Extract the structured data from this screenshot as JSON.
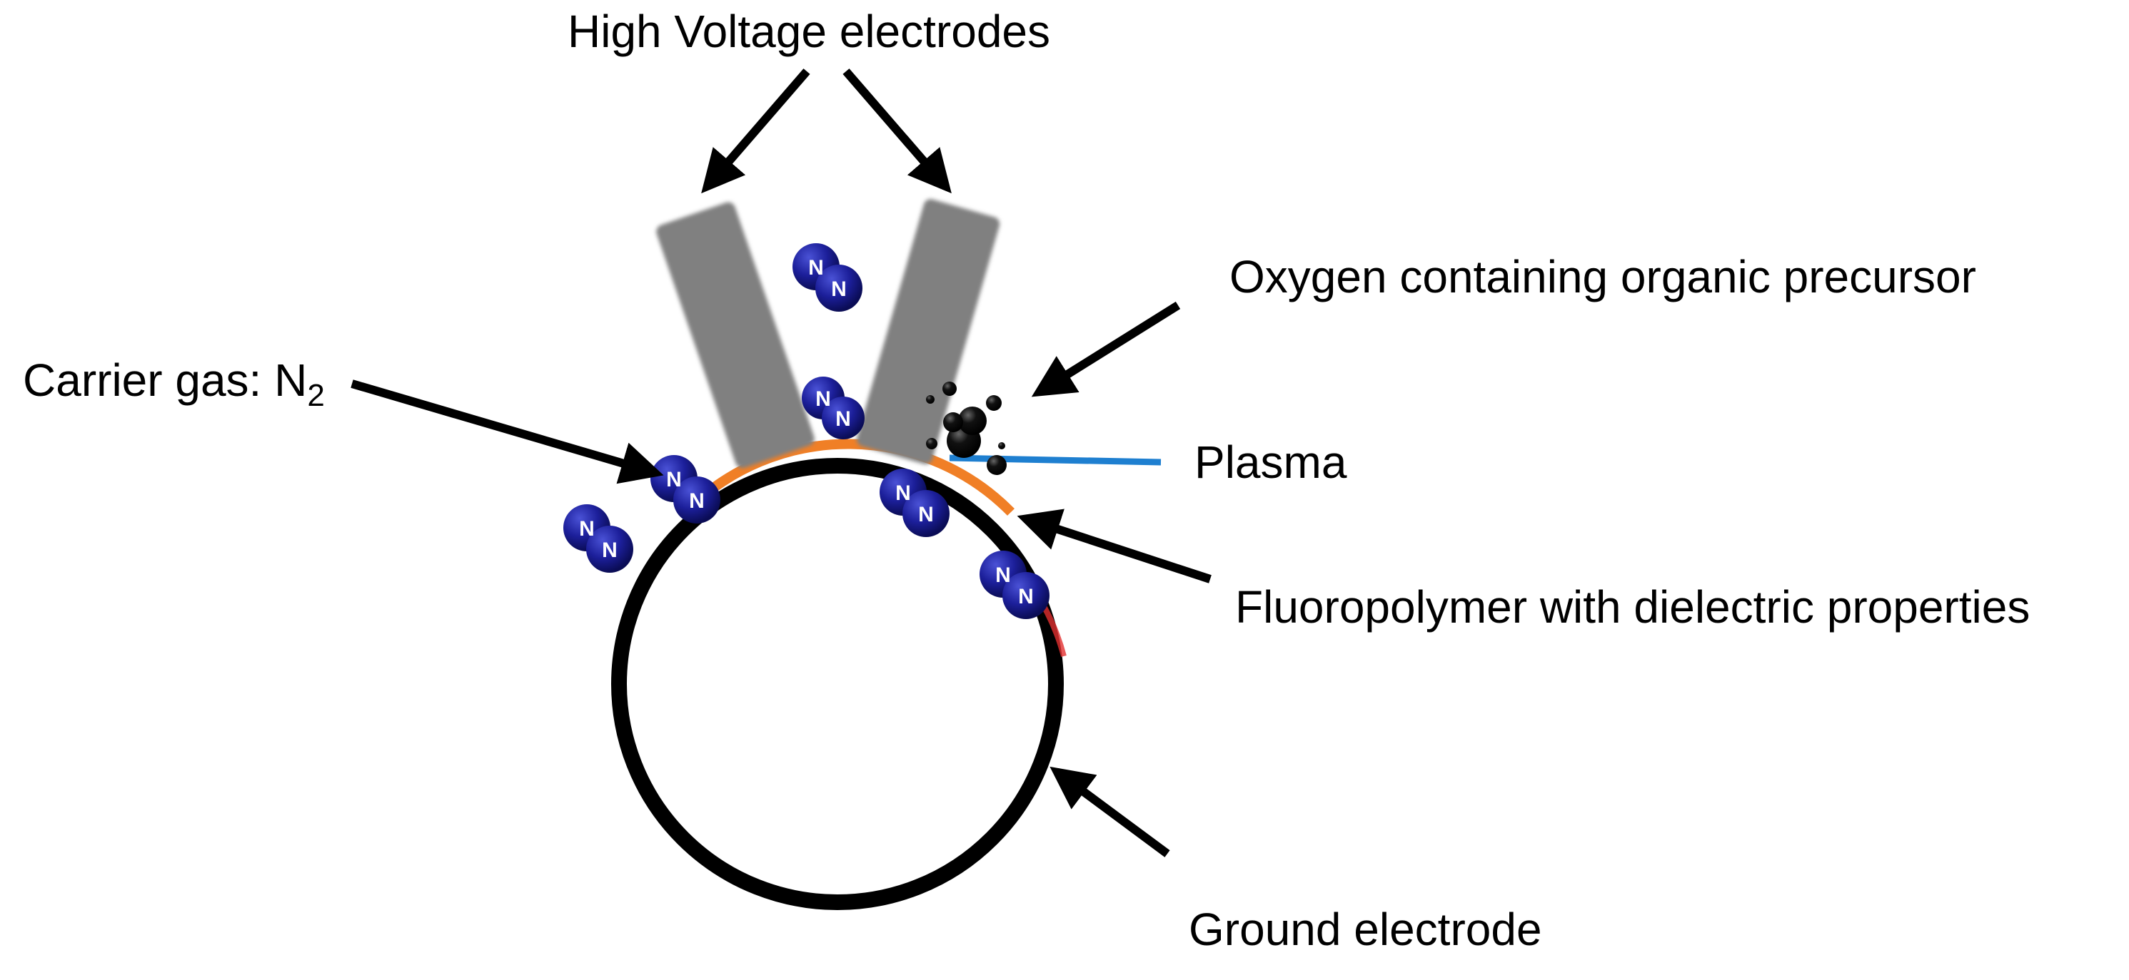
{
  "labels": {
    "high_voltage": "High Voltage electrodes",
    "precursor": "Oxygen containing organic precursor",
    "carrier_gas_prefix": "Carrier gas: N",
    "carrier_gas_subscript": "2",
    "plasma": "Plasma",
    "fluoropolymer": "Fluoropolymer with dielectric properties",
    "ground": "Ground electrode"
  },
  "atom_symbol": "N",
  "colors": {
    "electrode": "#808080",
    "ground_ring": "#000000",
    "fluoropolymer_layer": "#f07f26",
    "plasma_line": "#1e7fd0",
    "nitrogen_atom": "#1c1f9a",
    "precursor_droplet": "#000000",
    "arrow": "#000000"
  }
}
